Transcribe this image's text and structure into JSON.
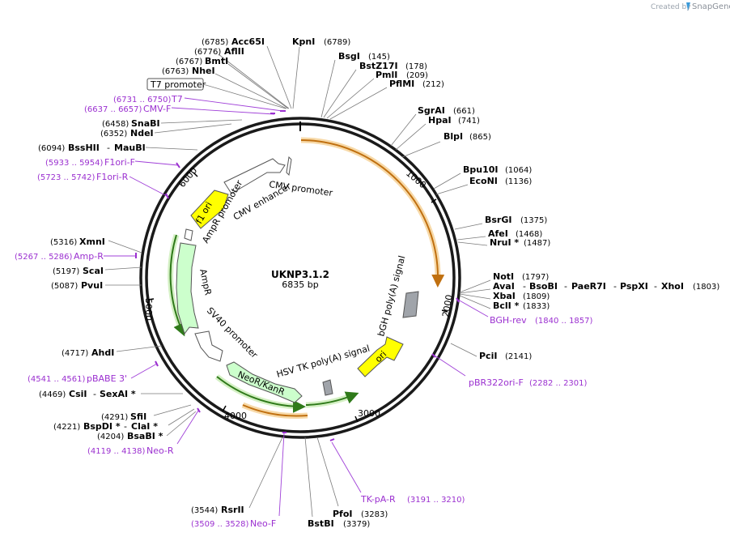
{
  "credit": {
    "prefix": "Created by",
    "brand": "SnapGene"
  },
  "plasmid": {
    "name": "UKNP3.1.2",
    "length": "6835 bp"
  },
  "ticks": [
    "1000",
    "2000",
    "3000",
    "4000",
    "5000",
    "6000"
  ],
  "sites": {
    "acc65i": {
      "name": "Acc65I",
      "pos": "(6785)"
    },
    "kpni": {
      "name": "KpnI",
      "pos": "(6789)"
    },
    "aflii": {
      "name": "AflII",
      "pos": "(6776)"
    },
    "bmti": {
      "name": "BmtI",
      "pos": "(6767)"
    },
    "nhei": {
      "name": "NheI",
      "pos": "(6763)"
    },
    "bsgi": {
      "name": "BsgI",
      "pos": "(145)"
    },
    "bstz17i": {
      "name": "BstZ17I",
      "pos": "(178)"
    },
    "pmli": {
      "name": "PmlI",
      "pos": "(209)"
    },
    "pflmi": {
      "name": "PflMI",
      "pos": "(212)"
    },
    "sgrai": {
      "name": "SgrAI",
      "pos": "(661)"
    },
    "hpai": {
      "name": "HpaI",
      "pos": "(741)"
    },
    "blpi": {
      "name": "BlpI",
      "pos": "(865)"
    },
    "bpu10i": {
      "name": "Bpu10I",
      "pos": "(1064)"
    },
    "econi": {
      "name": "EcoNI",
      "pos": "(1136)"
    },
    "bsrgi": {
      "name": "BsrGI",
      "pos": "(1375)"
    },
    "afei": {
      "name": "AfeI",
      "pos": "(1468)"
    },
    "nrui": {
      "name": "NruI *",
      "pos": "(1487)"
    },
    "noti": {
      "name": "NotI",
      "pos": "(1797)"
    },
    "avai": {
      "name": "AvaI",
      "sep1": "-",
      "bsobi": "BsoBI",
      "sep2": "-",
      "paer7i": "PaeR7I",
      "sep3": "-",
      "pspxi": "PspXI",
      "sep4": "-",
      "xhoi": "XhoI",
      "pos": "(1803)"
    },
    "xbai": {
      "name": "XbaI",
      "pos": "(1809)"
    },
    "bcli": {
      "name": "BclI *",
      "pos": "(1833)"
    },
    "pcii": {
      "name": "PciI",
      "pos": "(2141)"
    },
    "pfoi": {
      "name": "PfoI",
      "pos": "(3283)"
    },
    "bstbi": {
      "name": "BstBI",
      "pos": "(3379)"
    },
    "rsrii": {
      "name": "RsrII",
      "pos": "(3544)"
    },
    "bsabi": {
      "name": "BsaBI *",
      "pos": "(4204)"
    },
    "bspdi": {
      "name": "BspDI *",
      "sep": "-",
      "name2": "ClaI *",
      "pos": "(4221)"
    },
    "sfii": {
      "name": "SfiI",
      "pos": "(4291)"
    },
    "csii": {
      "name": "CsiI",
      "sep": "-",
      "name2": "SexAI *",
      "pos": "(4469)"
    },
    "ahdi": {
      "name": "AhdI",
      "pos": "(4717)"
    },
    "pvui": {
      "name": "PvuI",
      "pos": "(5087)"
    },
    "scai": {
      "name": "ScaI",
      "pos": "(5197)"
    },
    "xmni": {
      "name": "XmnI",
      "pos": "(5316)"
    },
    "bsshii": {
      "name": "BssHII",
      "sep": "-",
      "name2": "MauBI",
      "pos": "(6094)"
    },
    "ndei": {
      "name": "NdeI",
      "pos": "(6352)"
    },
    "snabi": {
      "name": "SnaBI",
      "pos": "(6458)"
    }
  },
  "primers": {
    "t7": {
      "name": "T7",
      "pos": "(6731 .. 6750)"
    },
    "cmvf": {
      "name": "CMV-F",
      "pos": "(6637 .. 6657)"
    },
    "f1orif": {
      "name": "F1ori-F",
      "pos": "(5933 .. 5954)"
    },
    "f1orir": {
      "name": "F1ori-R",
      "pos": "(5723 .. 5742)"
    },
    "ampr": {
      "name": "Amp-R",
      "pos": "(5267 .. 5286)"
    },
    "pbabe3": {
      "name": "pBABE 3'",
      "pos": "(4541 .. 4561)"
    },
    "neor": {
      "name": "Neo-R",
      "pos": "(4119 .. 4138)"
    },
    "neof": {
      "name": "Neo-F",
      "pos": "(3509 .. 3528)"
    },
    "tkpar": {
      "name": "TK-pA-R",
      "pos": "(3191 .. 3210)"
    },
    "pbr322f": {
      "name": "pBR322ori-F",
      "pos": "(2282 .. 2301)"
    },
    "bghrev": {
      "name": "BGH-rev",
      "pos": "(1840 .. 1857)"
    }
  },
  "features": {
    "t7_promoter": "T7 promoter",
    "cmv_promoter": "CMV promoter",
    "cmv_enhancer": "CMV enhancer",
    "ampr_promoter": "AmpR promoter",
    "f1_ori": "f1 ori",
    "ampr": "AmpR",
    "sv40_promoter": "SV40 promoter",
    "neor_kanr": "NeoR/KanR",
    "hsv_tk_polya": "HSV TK poly(A) signal",
    "ori": "ori",
    "bgh_polya": "bGH poly(A) signal"
  },
  "colors": {
    "primer": "#9b30d0",
    "backbone": "#1a1a1a",
    "f1_ori_fill": "#ffff00",
    "ori_fill": "#ffff00",
    "ampr_fill": "#ccffcc",
    "promoter_fill": "#ffffff",
    "polya_fill": "#a0a4aa",
    "orf_arrow": "#c07010"
  }
}
